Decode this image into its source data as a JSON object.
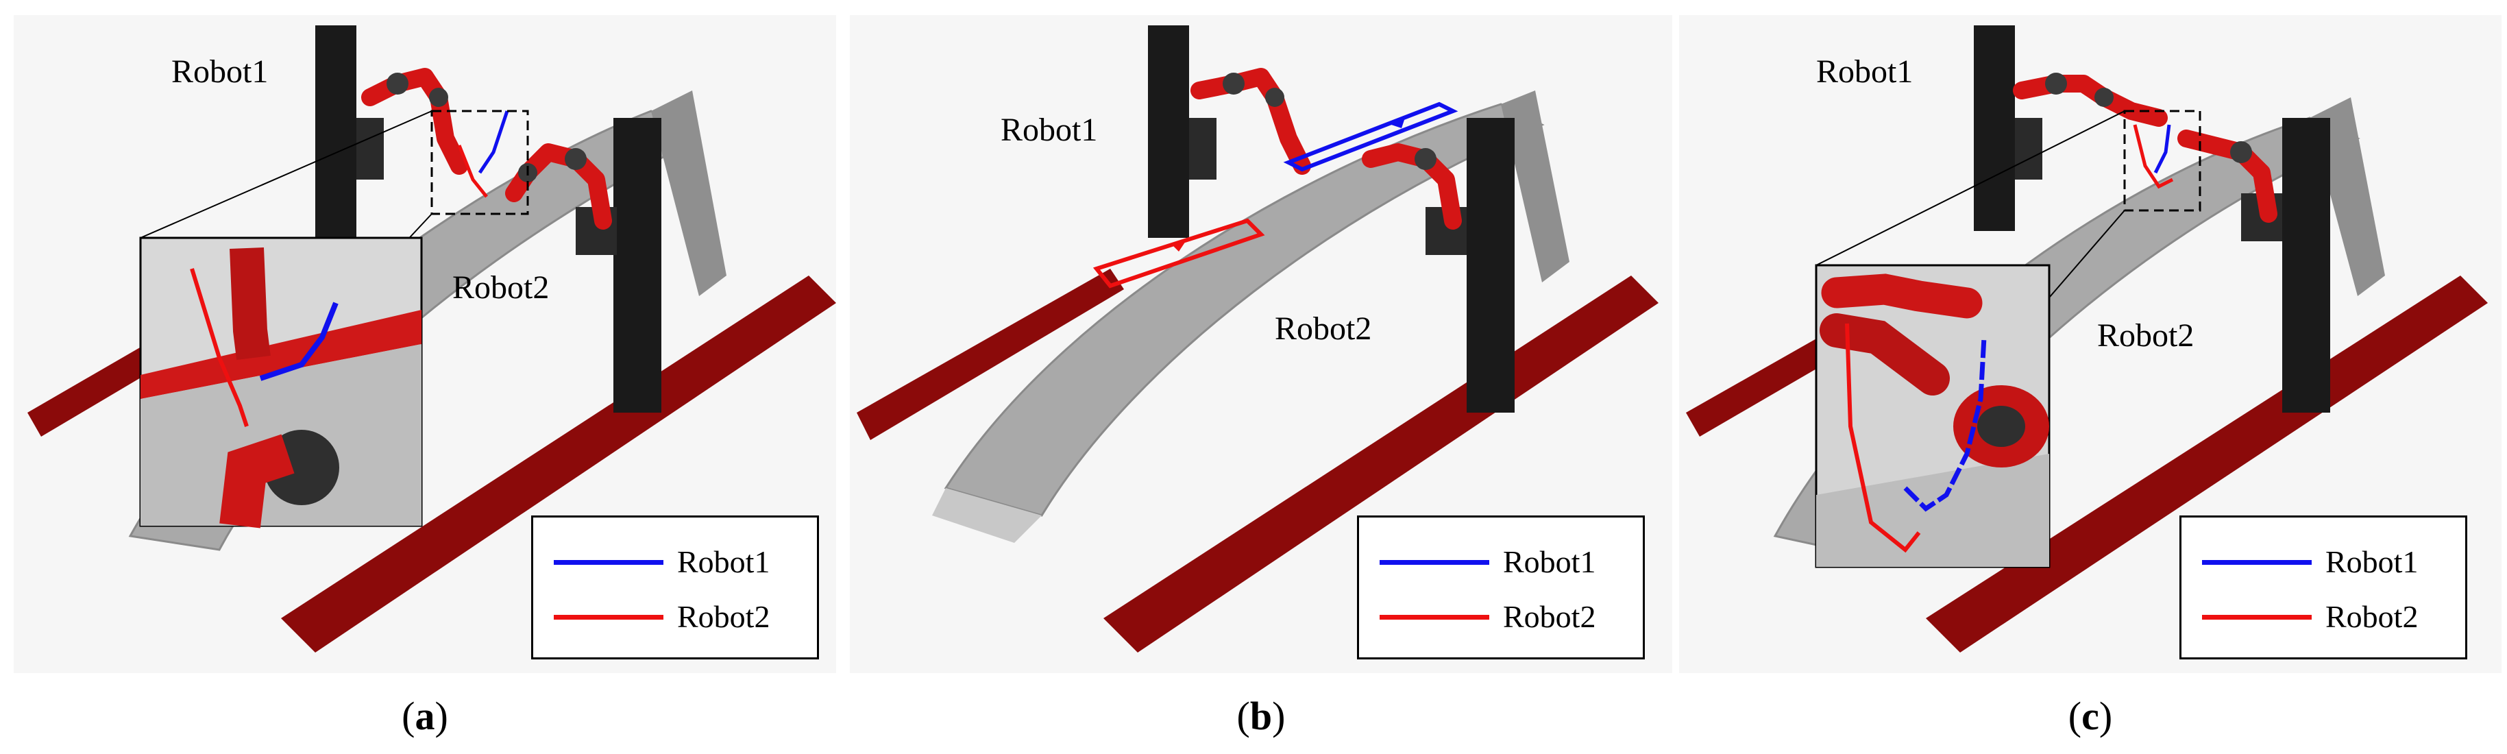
{
  "panels": [
    {
      "id": "a",
      "caption_open": "(",
      "caption_letter": "a",
      "caption_close": ")",
      "robot1_label": "Robot1",
      "robot2_label": "Robot2",
      "has_zoom_inset": true,
      "legend": [
        {
          "label": "Robot1",
          "color": "#1010ee"
        },
        {
          "label": "Robot2",
          "color": "#ee1010"
        }
      ]
    },
    {
      "id": "b",
      "caption_open": "(",
      "caption_letter": "b",
      "caption_close": ")",
      "robot1_label": "Robot1",
      "robot2_label": "Robot2",
      "has_zoom_inset": false,
      "legend": [
        {
          "label": "Robot1",
          "color": "#1010ee"
        },
        {
          "label": "Robot2",
          "color": "#ee1010"
        }
      ]
    },
    {
      "id": "c",
      "caption_open": "(",
      "caption_letter": "c",
      "caption_close": ")",
      "robot1_label": "Robot1",
      "robot2_label": "Robot2",
      "has_zoom_inset": true,
      "legend": [
        {
          "label": "Robot1",
          "color": "#1010ee"
        },
        {
          "label": "Robot2",
          "color": "#ee1010"
        }
      ]
    }
  ],
  "colors": {
    "rail": "#8b0a0a",
    "tower": "#1a1a1a",
    "arch": "#a9a9a9",
    "robot_body": "#d41515",
    "robot_joint": "#3a3a3a",
    "robot1_path": "#1010ee",
    "robot2_path": "#ee1010"
  }
}
